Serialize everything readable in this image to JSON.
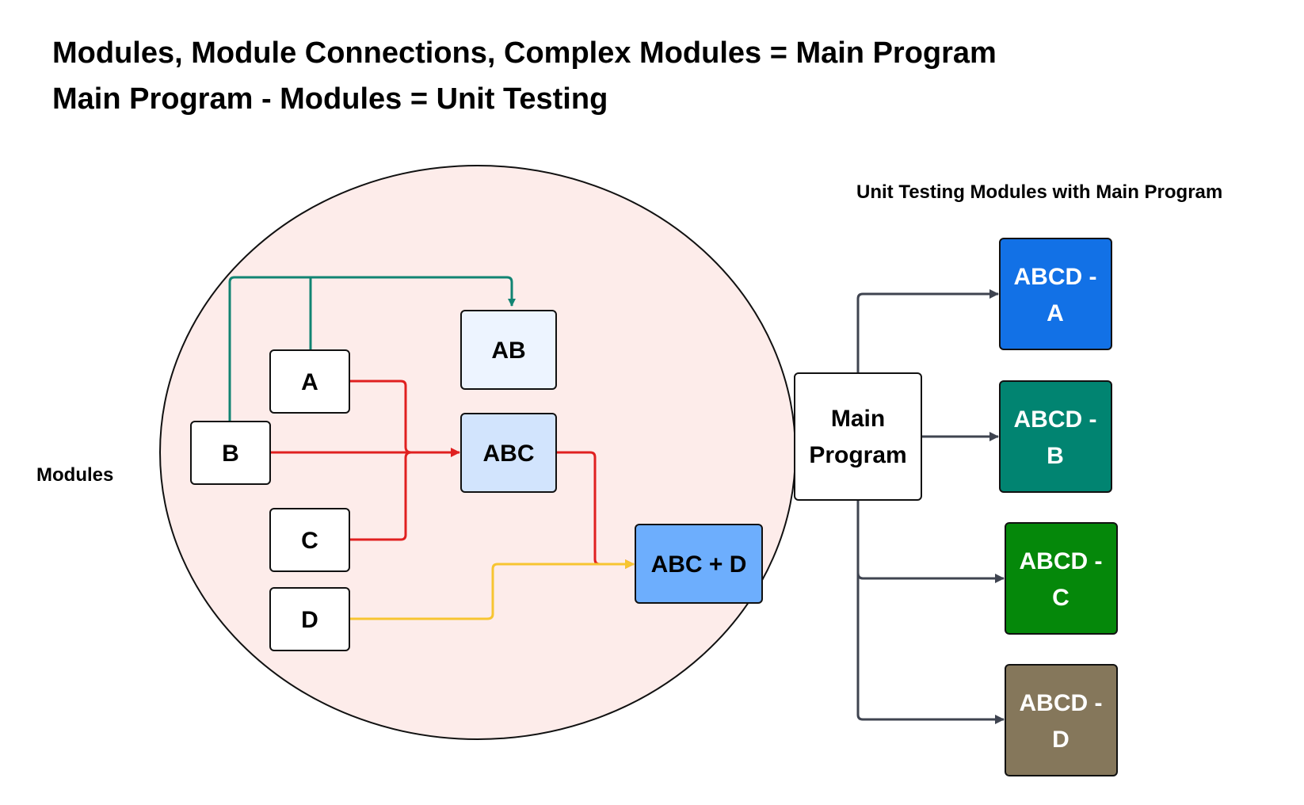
{
  "headings": {
    "line1": "Modules, Module Connections, Complex Modules = Main Program",
    "line2": "Main Program - Modules = Unit Testing"
  },
  "labels": {
    "modules": "Modules",
    "unit_testing": "Unit Testing Modules with Main Program"
  },
  "modules": {
    "a": "A",
    "b": "B",
    "c": "C",
    "d": "D",
    "ab": "AB",
    "abc": "ABC",
    "abc_d": "ABC + D"
  },
  "main_program": {
    "line1": "Main",
    "line2": "Program"
  },
  "tests": [
    {
      "line1": "ABCD -",
      "line2": "A",
      "color": "#1271e6"
    },
    {
      "line1": "ABCD -",
      "line2": "B",
      "color": "#018471"
    },
    {
      "line1": "ABCD -",
      "line2": "C",
      "color": "#05880a"
    },
    {
      "line1": "ABCD -",
      "line2": "D",
      "color": "#85775b"
    }
  ],
  "colors": {
    "circle_fill": "#fdecea",
    "connector_teal": "#118473",
    "connector_red": "#e02020",
    "connector_yellow": "#f7c531",
    "connector_gray": "#3f4450",
    "ab_fill": "#edf4ff",
    "abc_fill": "#d2e4fd",
    "abcd_fill": "#6daefd"
  }
}
